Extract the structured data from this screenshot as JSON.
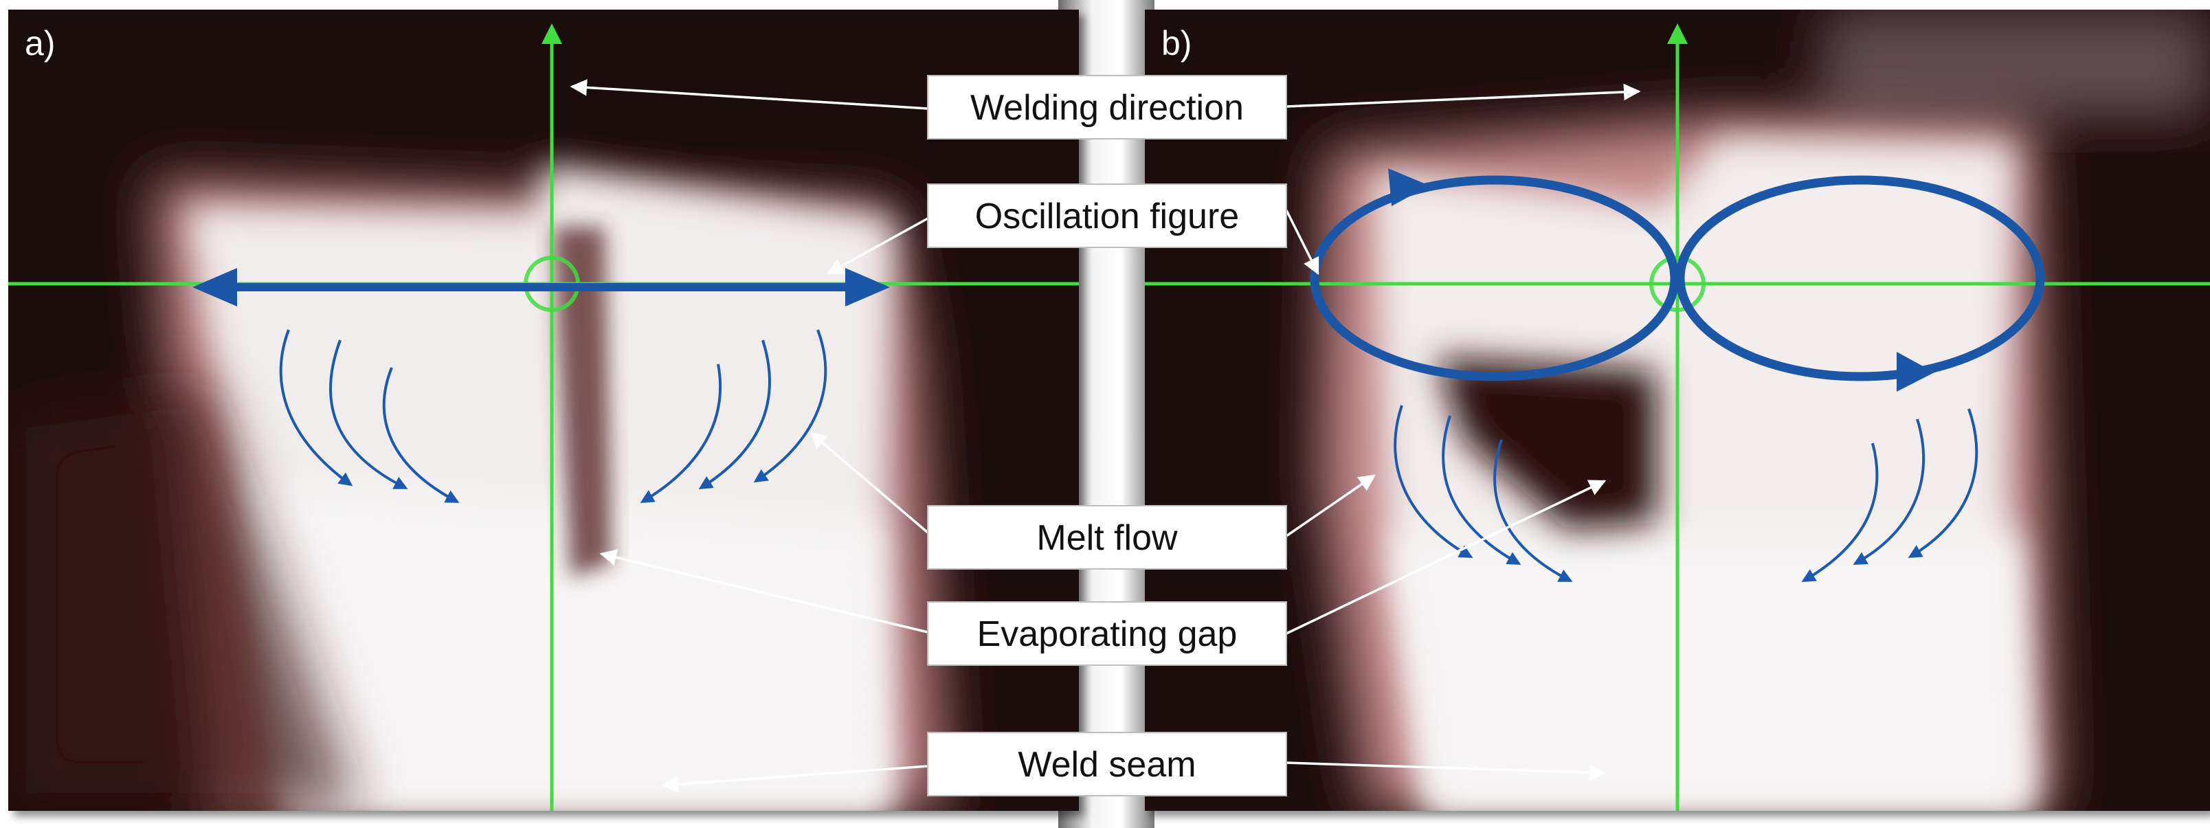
{
  "panels": [
    {
      "letter": "a)"
    },
    {
      "letter": "b)"
    }
  ],
  "labels": {
    "welding_direction": "Welding direction",
    "oscillation_figure": "Oscillation figure",
    "melt_flow": "Melt flow",
    "evaporating_gap": "Evaporating gap",
    "weld_seam": "Weld seam"
  },
  "colors": {
    "crosshair": "#3fdc3f",
    "oscillation": "#1a57a6",
    "flow_arrows": "#1f5ab0",
    "pointer_arrows": "#ffffff",
    "background": "#1d0a0a"
  }
}
